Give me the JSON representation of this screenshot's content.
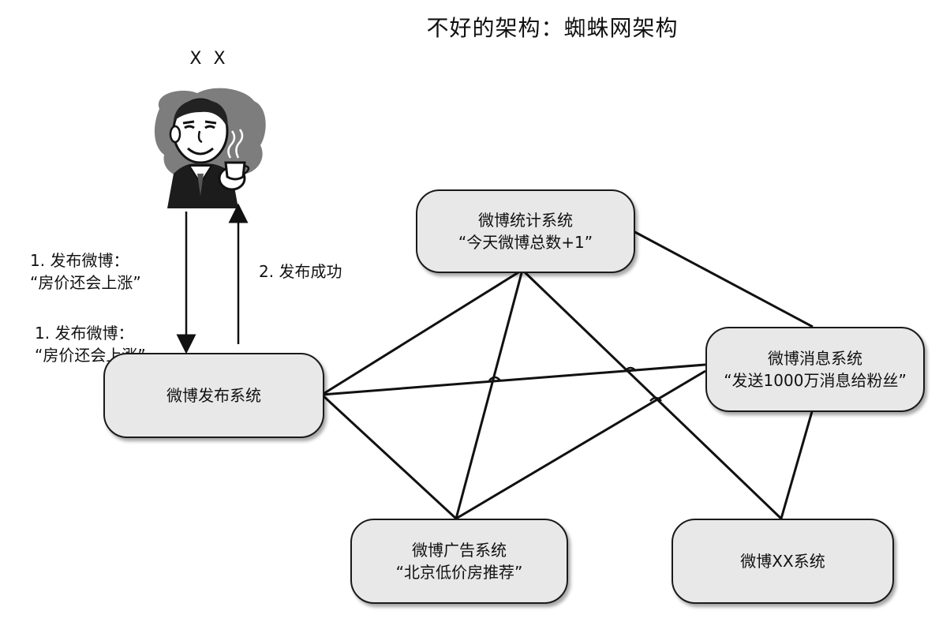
{
  "title": "不好的架构：蜘蛛网架构",
  "user_label": "X X",
  "arrows": {
    "publish_request": "1. 发布微博：\n“房价还会上涨”",
    "publish_request_repeat": "1. 发布微博：\n“房价还会上涨”",
    "publish_success": "2. 发布成功"
  },
  "systems": {
    "publish": {
      "name": "微博发布系统",
      "detail": ""
    },
    "stats": {
      "name": "微博统计系统",
      "detail": "“今天微博总数+1”"
    },
    "message": {
      "name": "微博消息系统",
      "detail": "“发送1000万消息给粉丝”"
    },
    "ad": {
      "name": "微博广告系统",
      "detail": "“北京低价房推荐”"
    },
    "xx": {
      "name": "微博XX系统",
      "detail": ""
    }
  },
  "colors": {
    "box_fill": "#e8e8e8",
    "line": "#111111"
  }
}
